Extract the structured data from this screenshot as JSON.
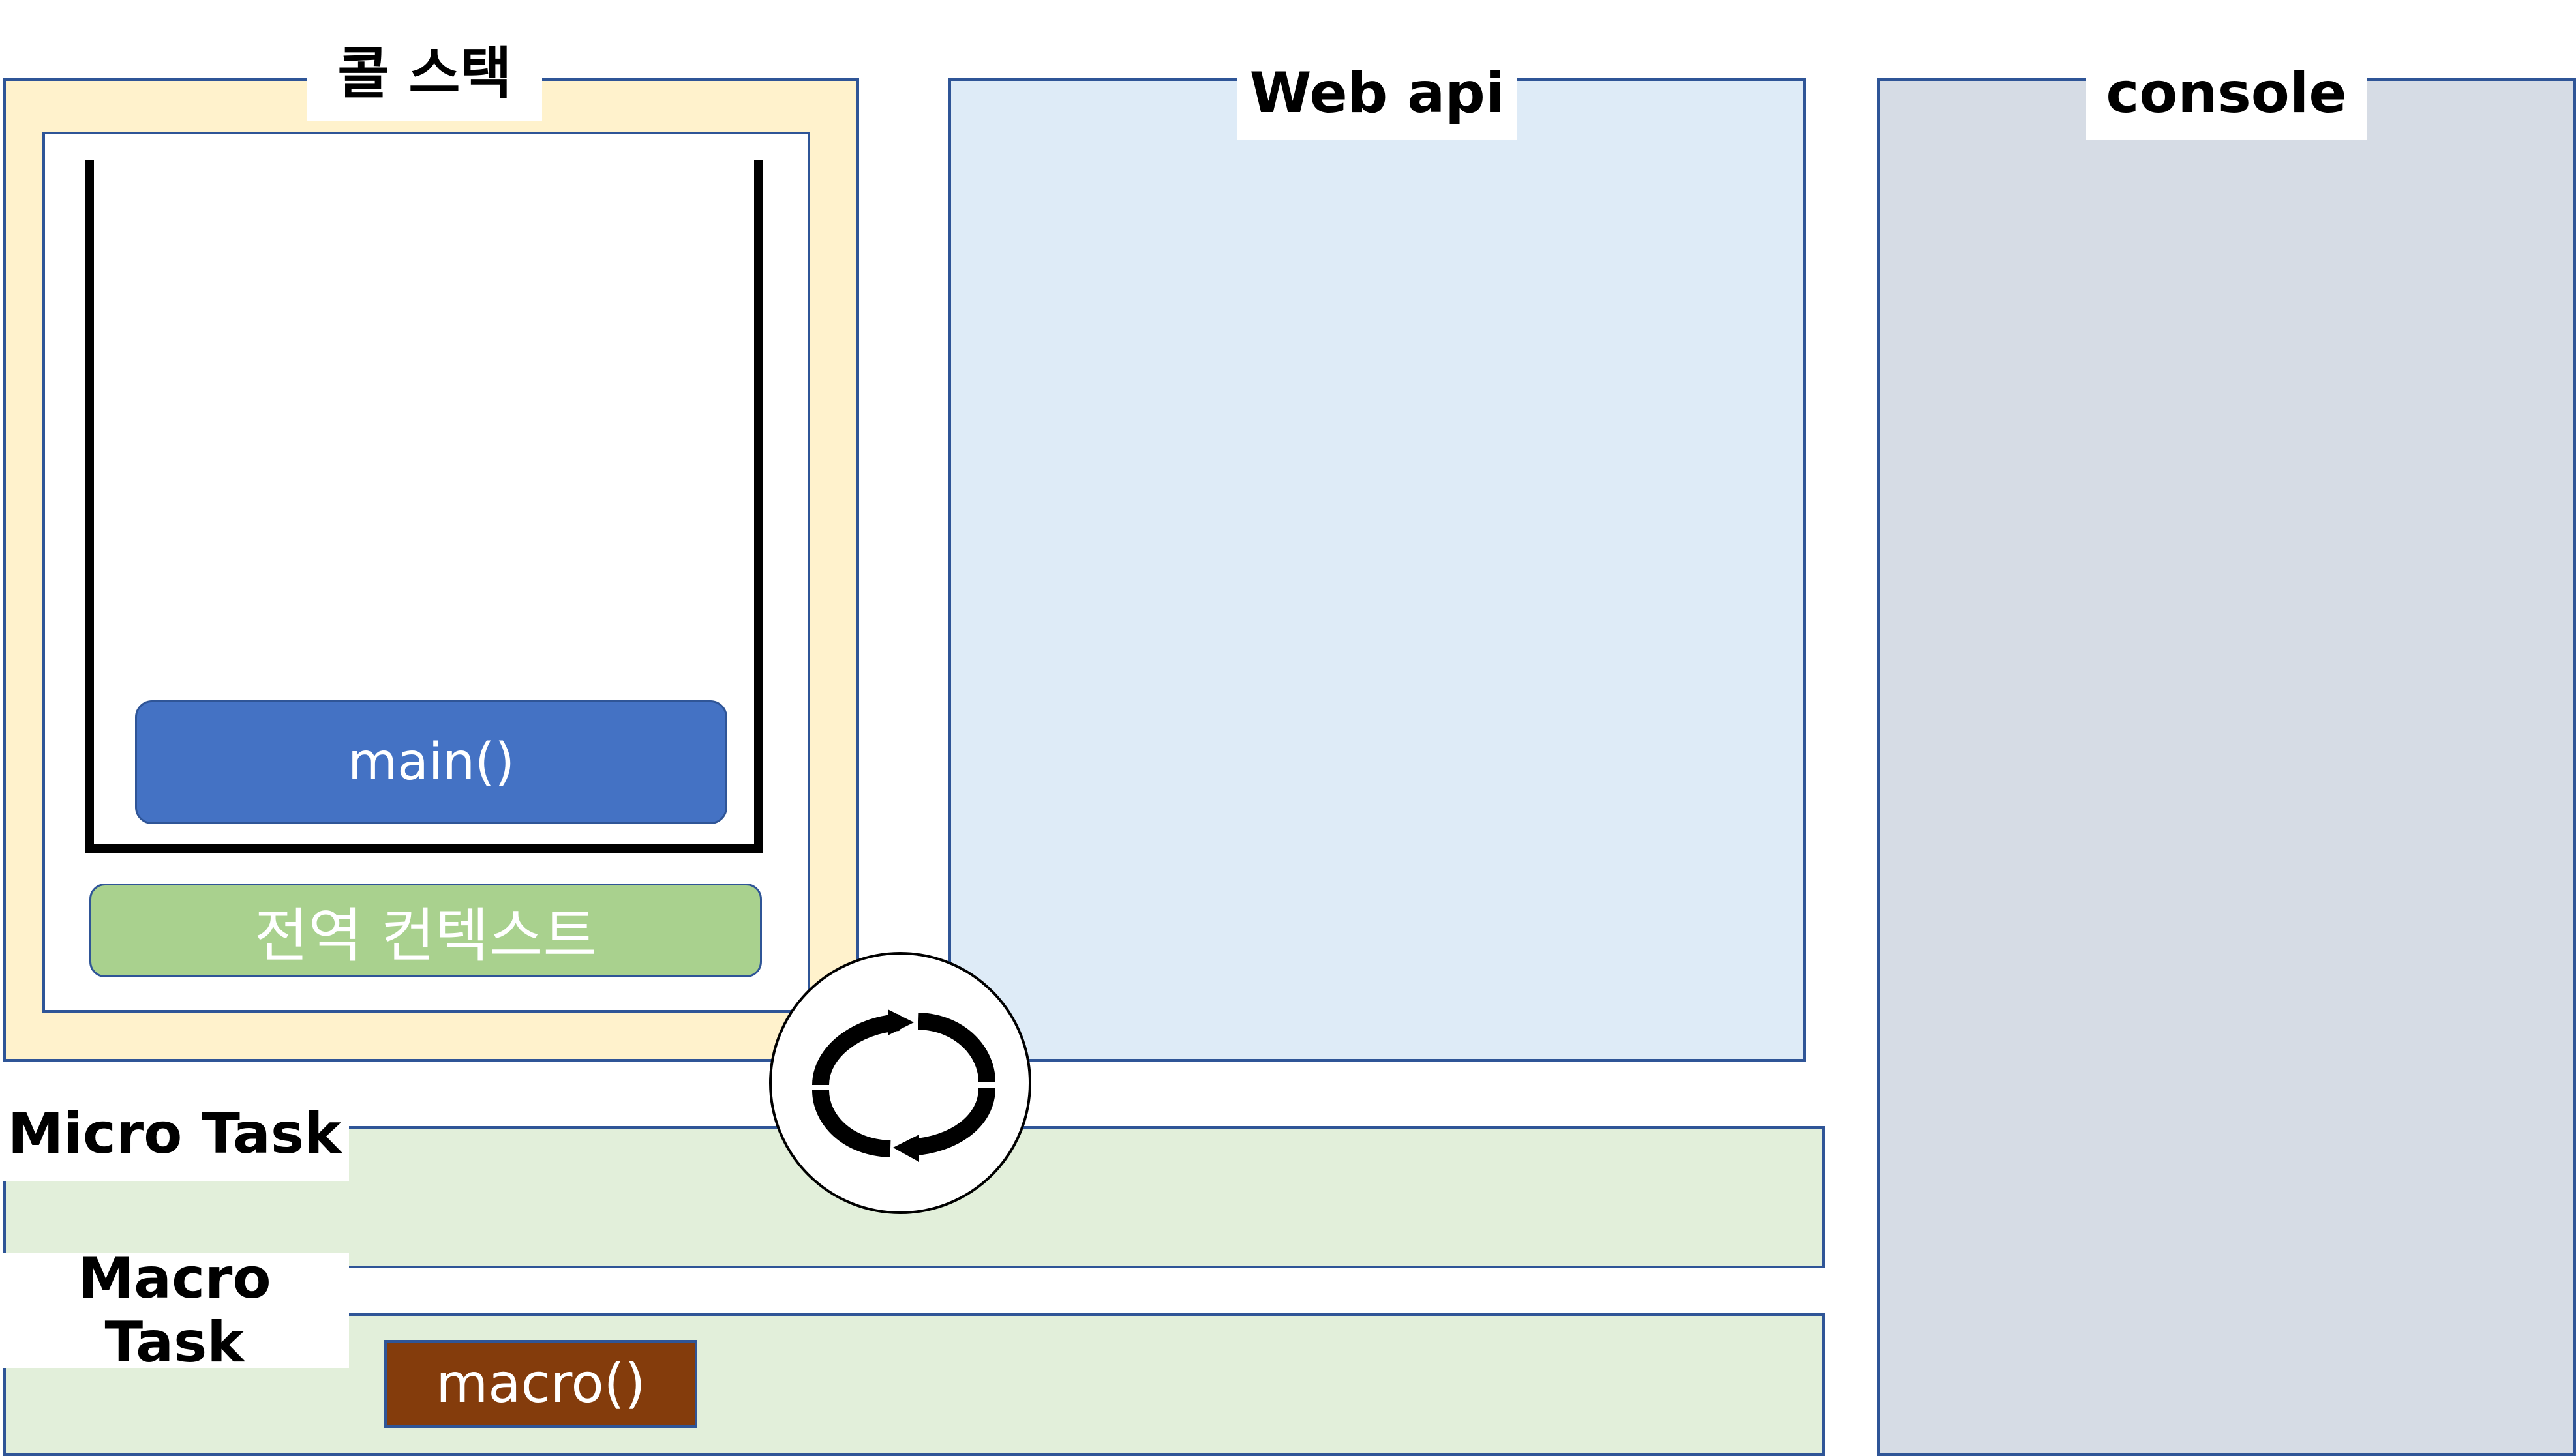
{
  "call_stack": {
    "title": "콜 스택",
    "frames": [
      "main()"
    ],
    "global_context": "전역 컨텍스트"
  },
  "web_api": {
    "title": "Web api"
  },
  "console": {
    "title": "console"
  },
  "micro_task": {
    "title": "Micro Task"
  },
  "macro_task": {
    "title": "Macro Task",
    "items": [
      "macro()"
    ]
  },
  "event_loop": {
    "icon": "refresh-cycle-icon"
  },
  "colors": {
    "call_stack_bg": "#fff2cc",
    "web_api_bg": "#deebf7",
    "console_bg": "#d6dce5",
    "task_queue_bg": "#e2efda",
    "frame_main": "#4472c4",
    "global_context": "#a9d18e",
    "macro_item": "#843c0c",
    "border": "#2f5597"
  }
}
